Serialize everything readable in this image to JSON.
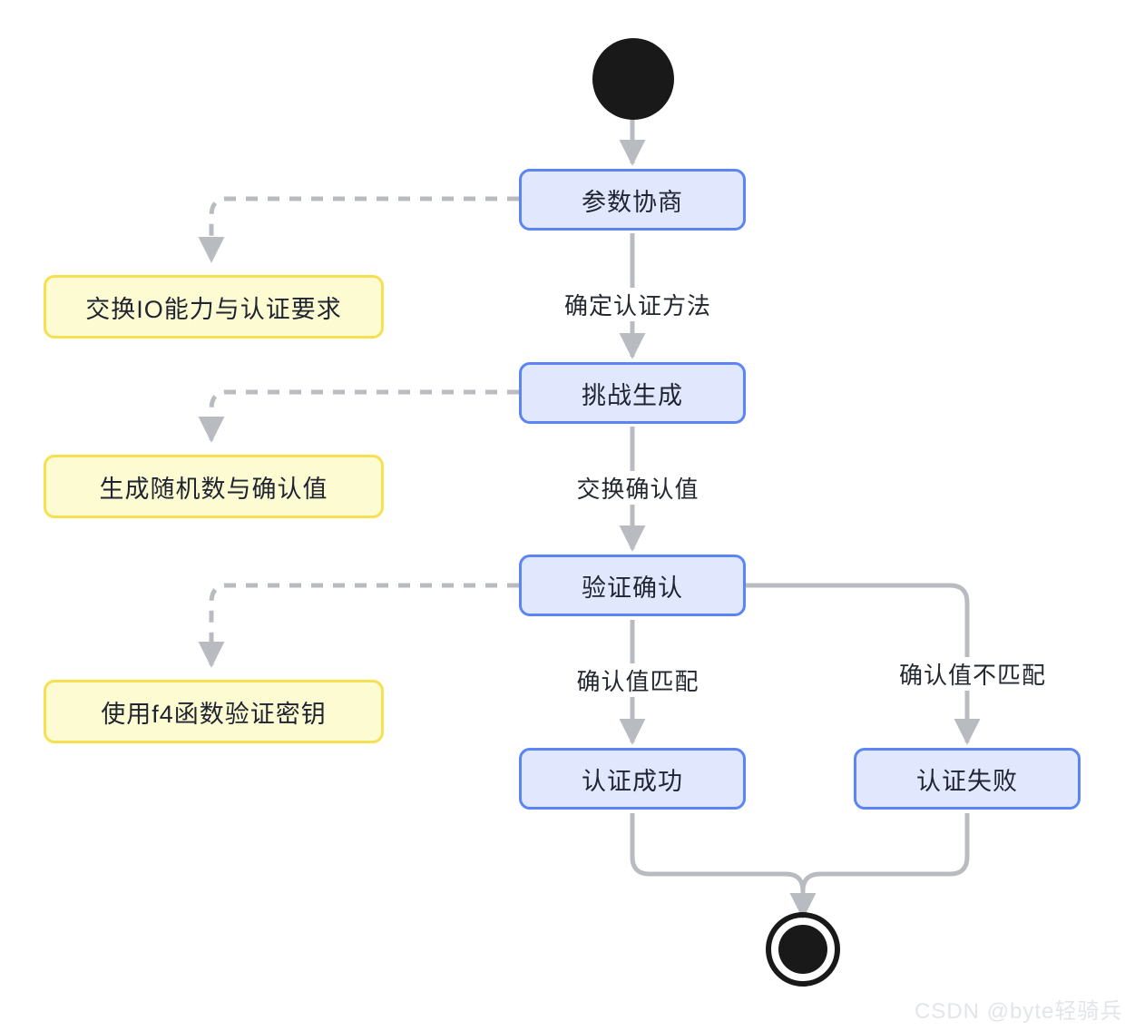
{
  "diagram": {
    "type": "activity-flowchart",
    "title_text": "",
    "colors": {
      "state_fill": "#e1e8fd",
      "state_border": "#5b84f5",
      "note_fill": "#fcfbd2",
      "note_border": "#f6e04f",
      "solid_edge": "#b8bcc0",
      "dashed_edge": "#b8bcc0",
      "terminal": "#191919",
      "label_text": "#232830",
      "watermark_text": "#e2e5ea"
    },
    "start_node": {
      "name": "start",
      "shape": "filled-circle"
    },
    "end_node": {
      "name": "end",
      "shape": "bullseye"
    },
    "states": [
      {
        "id": "negotiate",
        "label": "参数协商"
      },
      {
        "id": "challenge",
        "label": "挑战生成"
      },
      {
        "id": "verify",
        "label": "验证确认"
      },
      {
        "id": "success",
        "label": "认证成功"
      },
      {
        "id": "failure",
        "label": "认证失败"
      }
    ],
    "notes": [
      {
        "id": "note1",
        "label": "交换IO能力与认证要求",
        "attached_to": "negotiate"
      },
      {
        "id": "note2",
        "label": "生成随机数与确认值",
        "attached_to": "challenge"
      },
      {
        "id": "note3",
        "label": "使用f4函数验证密钥",
        "attached_to": "verify"
      }
    ],
    "edge_labels": [
      {
        "id": "e1",
        "label": "确定认证方法",
        "from": "negotiate",
        "to": "challenge"
      },
      {
        "id": "e2",
        "label": "交换确认值",
        "from": "challenge",
        "to": "verify"
      },
      {
        "id": "e3",
        "label": "确认值匹配",
        "from": "verify",
        "to": "success"
      },
      {
        "id": "e4",
        "label": "确认值不匹配",
        "from": "verify",
        "to": "failure"
      }
    ]
  },
  "watermark": {
    "text": "CSDN @byte轻骑兵"
  }
}
